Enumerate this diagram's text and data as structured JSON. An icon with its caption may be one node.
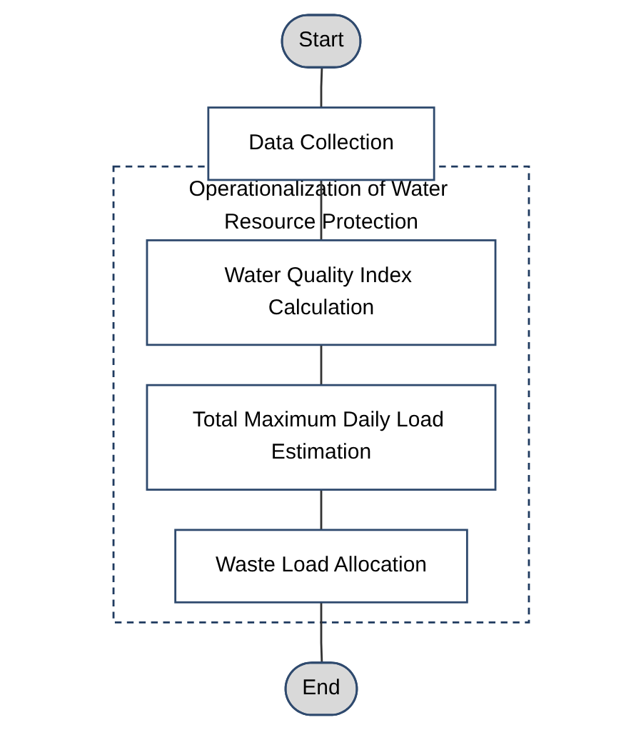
{
  "diagram": {
    "nodes": [
      {
        "text": [
          "Start"
        ]
      },
      {
        "text": [
          "Data Collection"
        ]
      },
      {
        "text": [
          "Operationalization of Water Resource Protection"
        ]
      },
      {
        "text": [
          "Water Quality Index Calculation"
        ],
        "in": 2
      },
      {
        "text": [
          "Total Maximum Daily Load Estimation"
        ],
        "in": 2
      },
      {
        "text": [
          "Waste Load Allocation"
        ],
        "in": 2
      },
      {
        "text": [
          "End"
        ]
      }
    ],
    "edges": [
      {
        "from": 0,
        "to": 1,
        "arrow": "none"
      },
      {
        "from": 1,
        "to": 3,
        "arrow": "none"
      },
      {
        "from": 3,
        "to": 4,
        "arrow": "none"
      },
      {
        "from": 4,
        "to": 5,
        "arrow": "none"
      },
      {
        "from": 5,
        "to": 6,
        "arrow": "none"
      }
    ]
  }
}
